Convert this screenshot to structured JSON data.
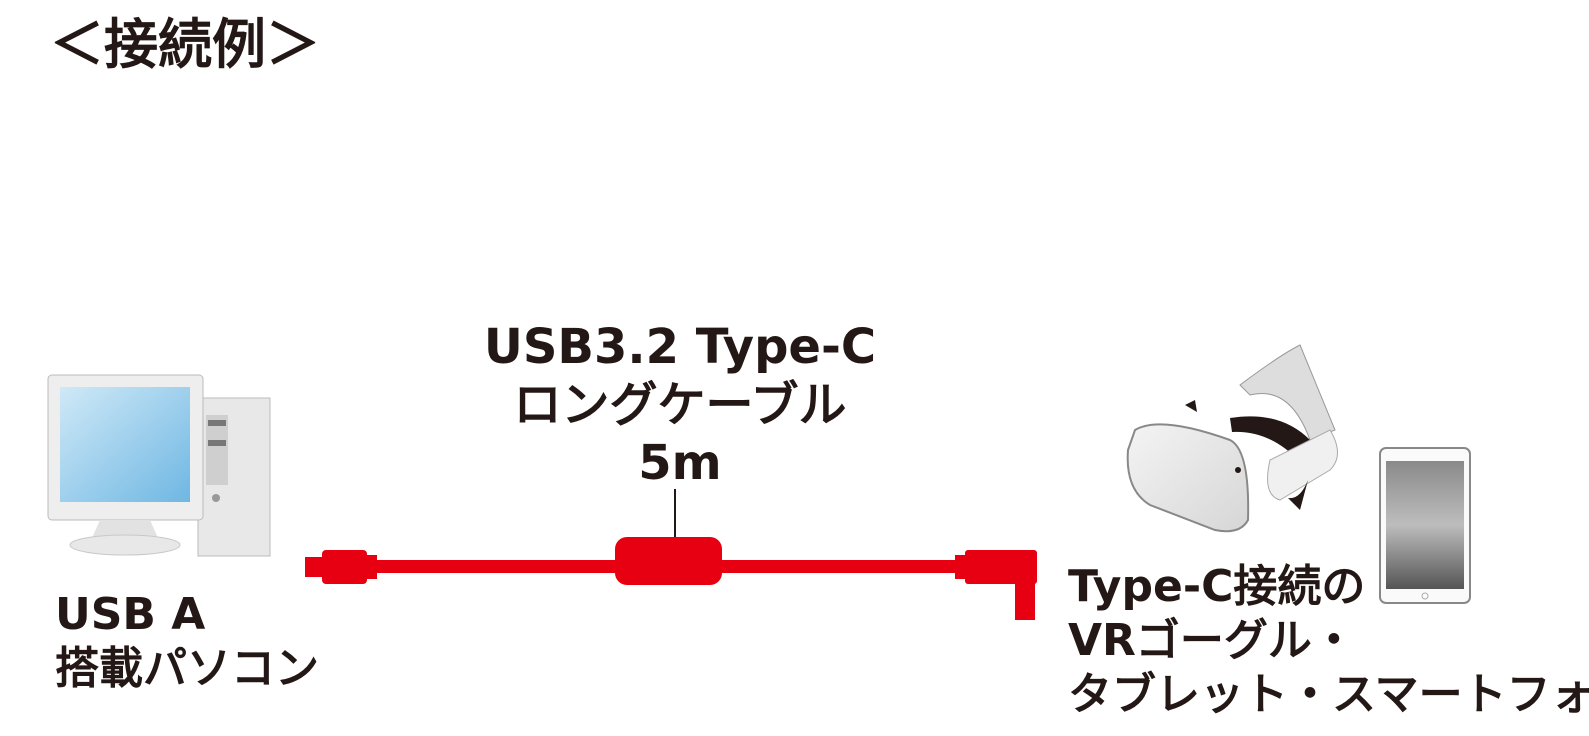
{
  "title": "＜接続例＞",
  "cable": {
    "line1": "USB3.2 Type-C",
    "line2": "ロングケーブル",
    "line3": "5m",
    "color": "#e60012"
  },
  "source": {
    "line1": "USB A",
    "line2": "搭載パソコン",
    "icon": "desktop-pc-icon"
  },
  "target": {
    "line1": "Type-C接続の",
    "line2": "VRゴーグル・",
    "line3": "タブレット・スマートフォンなど",
    "icons": [
      "vr-headset-icon",
      "tablet-icon"
    ]
  }
}
